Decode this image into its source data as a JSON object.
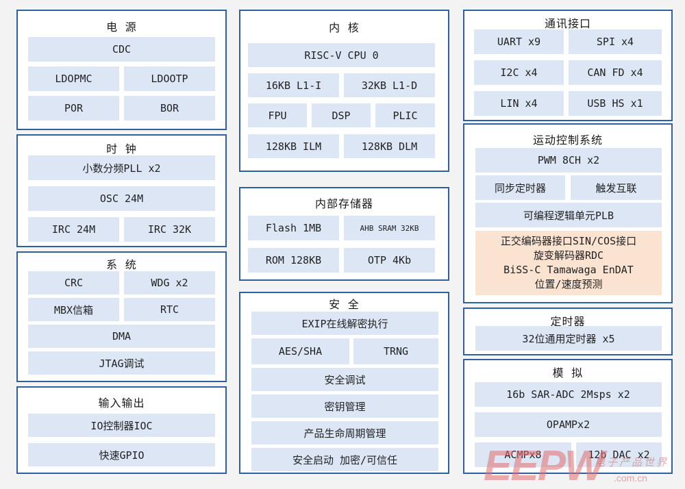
{
  "power": {
    "title": "电 源",
    "cells": [
      "CDC",
      "LDOPMC",
      "LDOOTP",
      "POR",
      "BOR"
    ]
  },
  "clock": {
    "title": "时 钟",
    "cells": [
      "小数分频PLL x2",
      "OSC 24M",
      "IRC 24M",
      "IRC 32K"
    ]
  },
  "system": {
    "title": "系 统",
    "cells": [
      "CRC",
      "WDG x2",
      "MBX信箱",
      "RTC",
      "DMA",
      "JTAG调试"
    ]
  },
  "io": {
    "title": "输入输出",
    "cells": [
      "IO控制器IOC",
      "快速GPIO"
    ]
  },
  "core": {
    "title": "内 核",
    "cells": [
      "RISC-V CPU 0",
      "16KB L1-I",
      "32KB L1-D",
      "FPU",
      "DSP",
      "PLIC",
      "128KB ILM",
      "128KB DLM"
    ]
  },
  "memory": {
    "title": "内部存储器",
    "cells": [
      "Flash 1MB",
      "AHB SRAM 32KB",
      "ROM 128KB",
      "OTP 4Kb"
    ]
  },
  "security": {
    "title": "安 全",
    "cells": [
      "EXIP在线解密执行",
      "AES/SHA",
      "TRNG",
      "安全调试",
      "密钥管理",
      "产品生命周期管理",
      "安全启动 加密/可信任"
    ]
  },
  "comm": {
    "title": "通讯接口",
    "cells": [
      "UART x9",
      "SPI x4",
      "I2C x4",
      "CAN FD x4",
      "LIN x4",
      "USB HS x1"
    ]
  },
  "motion": {
    "title": "运动控制系统",
    "cells": [
      "PWM 8CH x2",
      "同步定时器",
      "触发互联",
      "可编程逻辑单元PLB"
    ],
    "encoder_lines": [
      "正交编码器接口SIN/COS接口",
      "旋变解码器RDC",
      "BiSS-C Tamawaga EnDAT",
      "位置/速度预测"
    ]
  },
  "timer": {
    "title": "定时器",
    "cells": [
      "32位通用定时器 x5"
    ]
  },
  "analog": {
    "title": "模 拟",
    "cells": [
      "16b SAR-ADC 2Msps x2",
      "OPAMPx2",
      "ACMPx8",
      "12b DAC x2"
    ]
  },
  "watermark": {
    "logo": "EEPW",
    "name": "电子产品世界",
    "url": ".com.cn"
  },
  "colors": {
    "border": "#2f5f9e",
    "cell": "#dce6f4",
    "highlight": "#fbe3d2",
    "background": "#f3f3f3"
  }
}
